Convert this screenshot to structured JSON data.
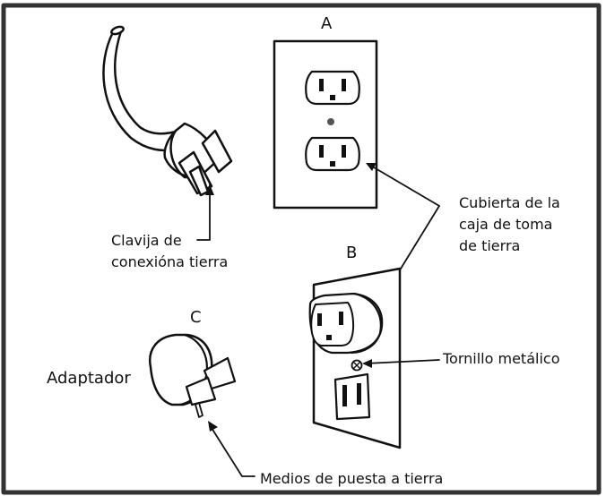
{
  "labels": {
    "a": "A",
    "b": "B",
    "c": "C",
    "grounding_plug_line1": "Clavija de",
    "grounding_plug_line2": "conexióna tierra",
    "cover_line1": "Cubierta de la",
    "cover_line2": "caja de toma",
    "cover_line3": "de tierra",
    "screw": "Tornillo metálico",
    "adapter": "Adaptador",
    "ground_means": "Medios de puesta a tierra"
  },
  "colors": {
    "line": "#111111",
    "frame": "#333333",
    "background": "#ffffff"
  }
}
